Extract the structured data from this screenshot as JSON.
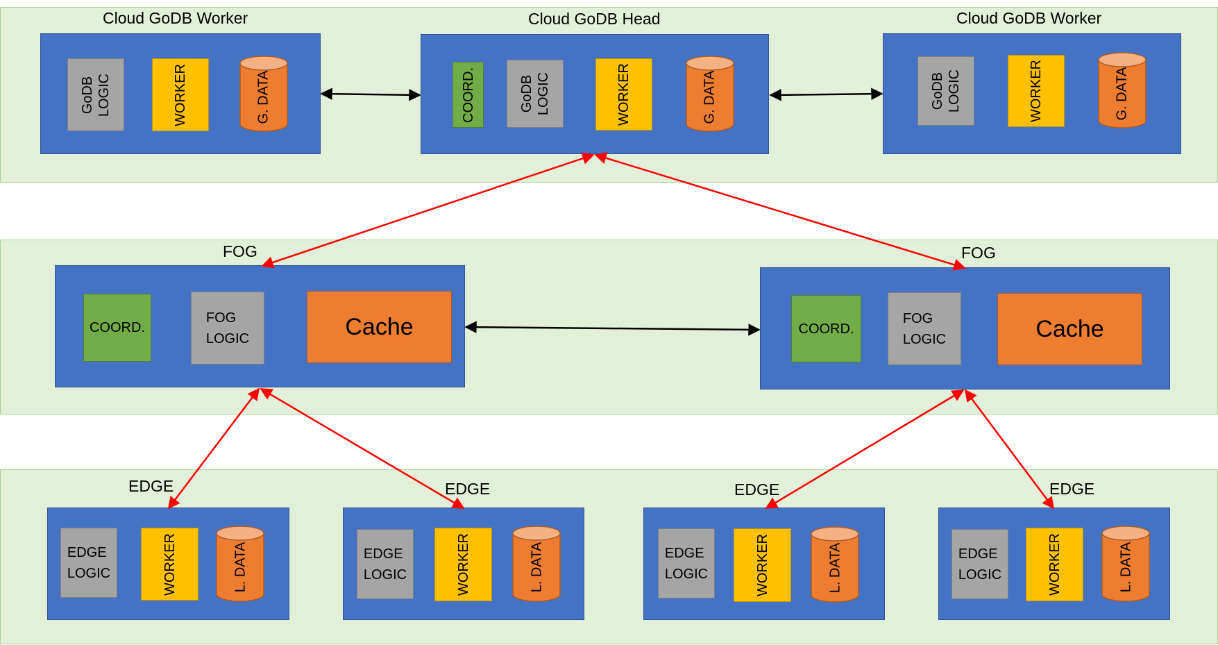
{
  "tiers": {
    "cloud": {
      "worker_left": {
        "title": "Cloud GoDB Worker",
        "logic": "GoDB LOGIC",
        "worker": "WORKER",
        "data": "G. DATA"
      },
      "head": {
        "title": "Cloud GoDB Head",
        "coord": "COORD.",
        "logic": "GoDB LOGIC",
        "worker": "WORKER",
        "data": "G. DATA"
      },
      "worker_right": {
        "title": "Cloud GoDB Worker",
        "logic": "GoDB LOGIC",
        "worker": "WORKER",
        "data": "G. DATA"
      }
    },
    "fog": {
      "left": {
        "title": "FOG",
        "coord": "COORD.",
        "logic_line1": "FOG",
        "logic_line2": "LOGIC",
        "cache": "Cache"
      },
      "right": {
        "title": "FOG",
        "coord": "COORD.",
        "logic_line1": "FOG",
        "logic_line2": "LOGIC",
        "cache": "Cache"
      }
    },
    "edge": [
      {
        "title": "EDGE",
        "logic_line1": "EDGE",
        "logic_line2": "LOGIC",
        "worker": "WORKER",
        "data": "L. DATA"
      },
      {
        "title": "EDGE",
        "logic_line1": "EDGE",
        "logic_line2": "LOGIC",
        "worker": "WORKER",
        "data": "L. DATA"
      },
      {
        "title": "EDGE",
        "logic_line1": "EDGE",
        "logic_line2": "LOGIC",
        "worker": "WORKER",
        "data": "L. DATA"
      },
      {
        "title": "EDGE",
        "logic_line1": "EDGE",
        "logic_line2": "LOGIC",
        "worker": "WORKER",
        "data": "L. DATA"
      }
    ]
  },
  "colors": {
    "tier_fill": "#e2efd9",
    "node_fill": "#4472c4",
    "logic": "#a5a5a5",
    "worker": "#ffc000",
    "coord": "#70ad47",
    "data": "#ed7d31",
    "cross_tier_link": "#ff0000",
    "peer_link": "#000000"
  }
}
